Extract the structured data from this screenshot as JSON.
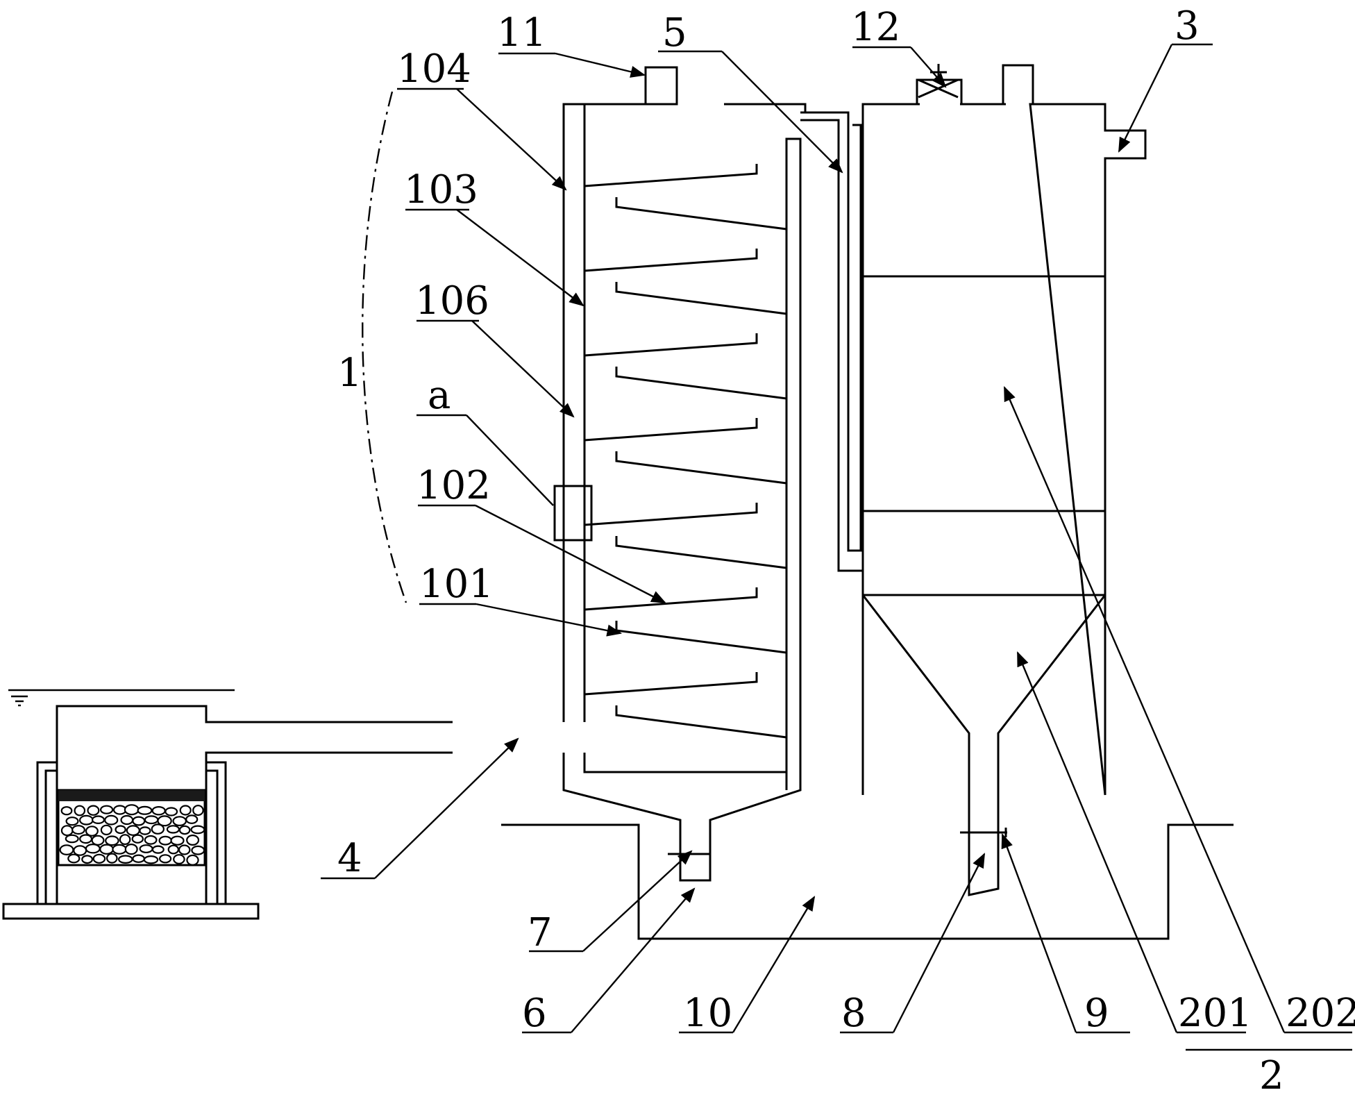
{
  "labels": {
    "l1": "1",
    "l2": "2",
    "l3": "3",
    "l4": "4",
    "l5": "5",
    "l6": "6",
    "l7": "7",
    "l8": "8",
    "l9": "9",
    "l10": "10",
    "l11": "11",
    "l12": "12",
    "l101": "101",
    "l102": "102",
    "l103": "103",
    "l104": "104",
    "l106": "106",
    "l201": "201",
    "l202": "202",
    "la": "a"
  }
}
